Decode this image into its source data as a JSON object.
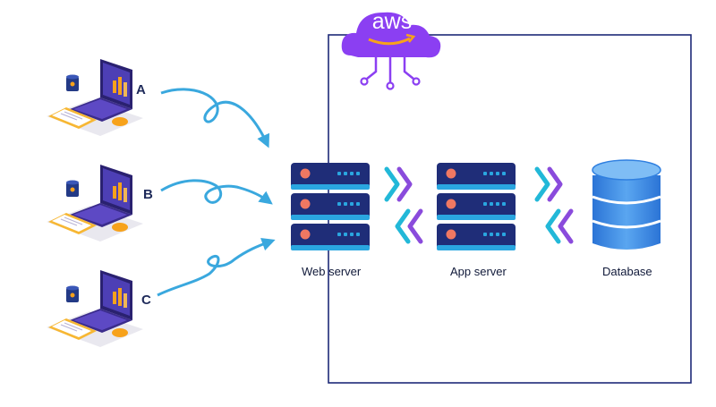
{
  "brand": {
    "logo_text": "aws",
    "cloud_color": "#8b3ff2",
    "smile_color": "#f7a21b"
  },
  "clients": [
    {
      "letter": "A"
    },
    {
      "letter": "B"
    },
    {
      "letter": "C"
    }
  ],
  "tiers": {
    "web_server": "Web server",
    "app_server": "App server",
    "database": "Database"
  },
  "colors": {
    "boundary": "#1e2a78",
    "arrow": "#3aa8de",
    "server_dark": "#1f2d78",
    "server_stripe": "#2aa6e0",
    "server_light": "#f07862",
    "chevron_teal": "#22b8d8",
    "chevron_purple": "#8a4bdc",
    "db_blue": "#2f7fe0"
  }
}
